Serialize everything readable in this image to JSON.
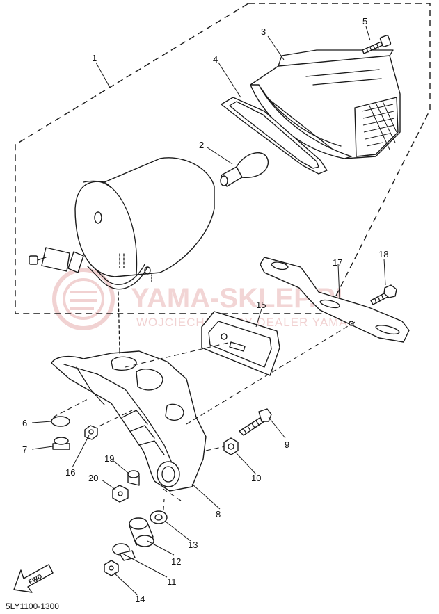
{
  "diagram": {
    "code": "5LY1100-1300",
    "fwd_label": "FWD",
    "watermark": {
      "brand": "YAMA-SKLEP.PL",
      "sub": "WOJCIECHOWSCY DEALER YAMAHA"
    },
    "callouts": [
      {
        "id": "c1",
        "text": "1"
      },
      {
        "id": "c2",
        "text": "2"
      },
      {
        "id": "c3",
        "text": "3"
      },
      {
        "id": "c4",
        "text": "4"
      },
      {
        "id": "c5",
        "text": "5"
      },
      {
        "id": "c6",
        "text": "6"
      },
      {
        "id": "c7",
        "text": "7"
      },
      {
        "id": "c8",
        "text": "8"
      },
      {
        "id": "c9",
        "text": "9"
      },
      {
        "id": "c10",
        "text": "10"
      },
      {
        "id": "c11",
        "text": "11"
      },
      {
        "id": "c12",
        "text": "12"
      },
      {
        "id": "c13",
        "text": "13"
      },
      {
        "id": "c14",
        "text": "14"
      },
      {
        "id": "c15",
        "text": "15"
      },
      {
        "id": "c16",
        "text": "16"
      },
      {
        "id": "c17",
        "text": "17"
      },
      {
        "id": "c18",
        "text": "18"
      },
      {
        "id": "c19",
        "text": "19"
      },
      {
        "id": "c20",
        "text": "20"
      }
    ]
  }
}
